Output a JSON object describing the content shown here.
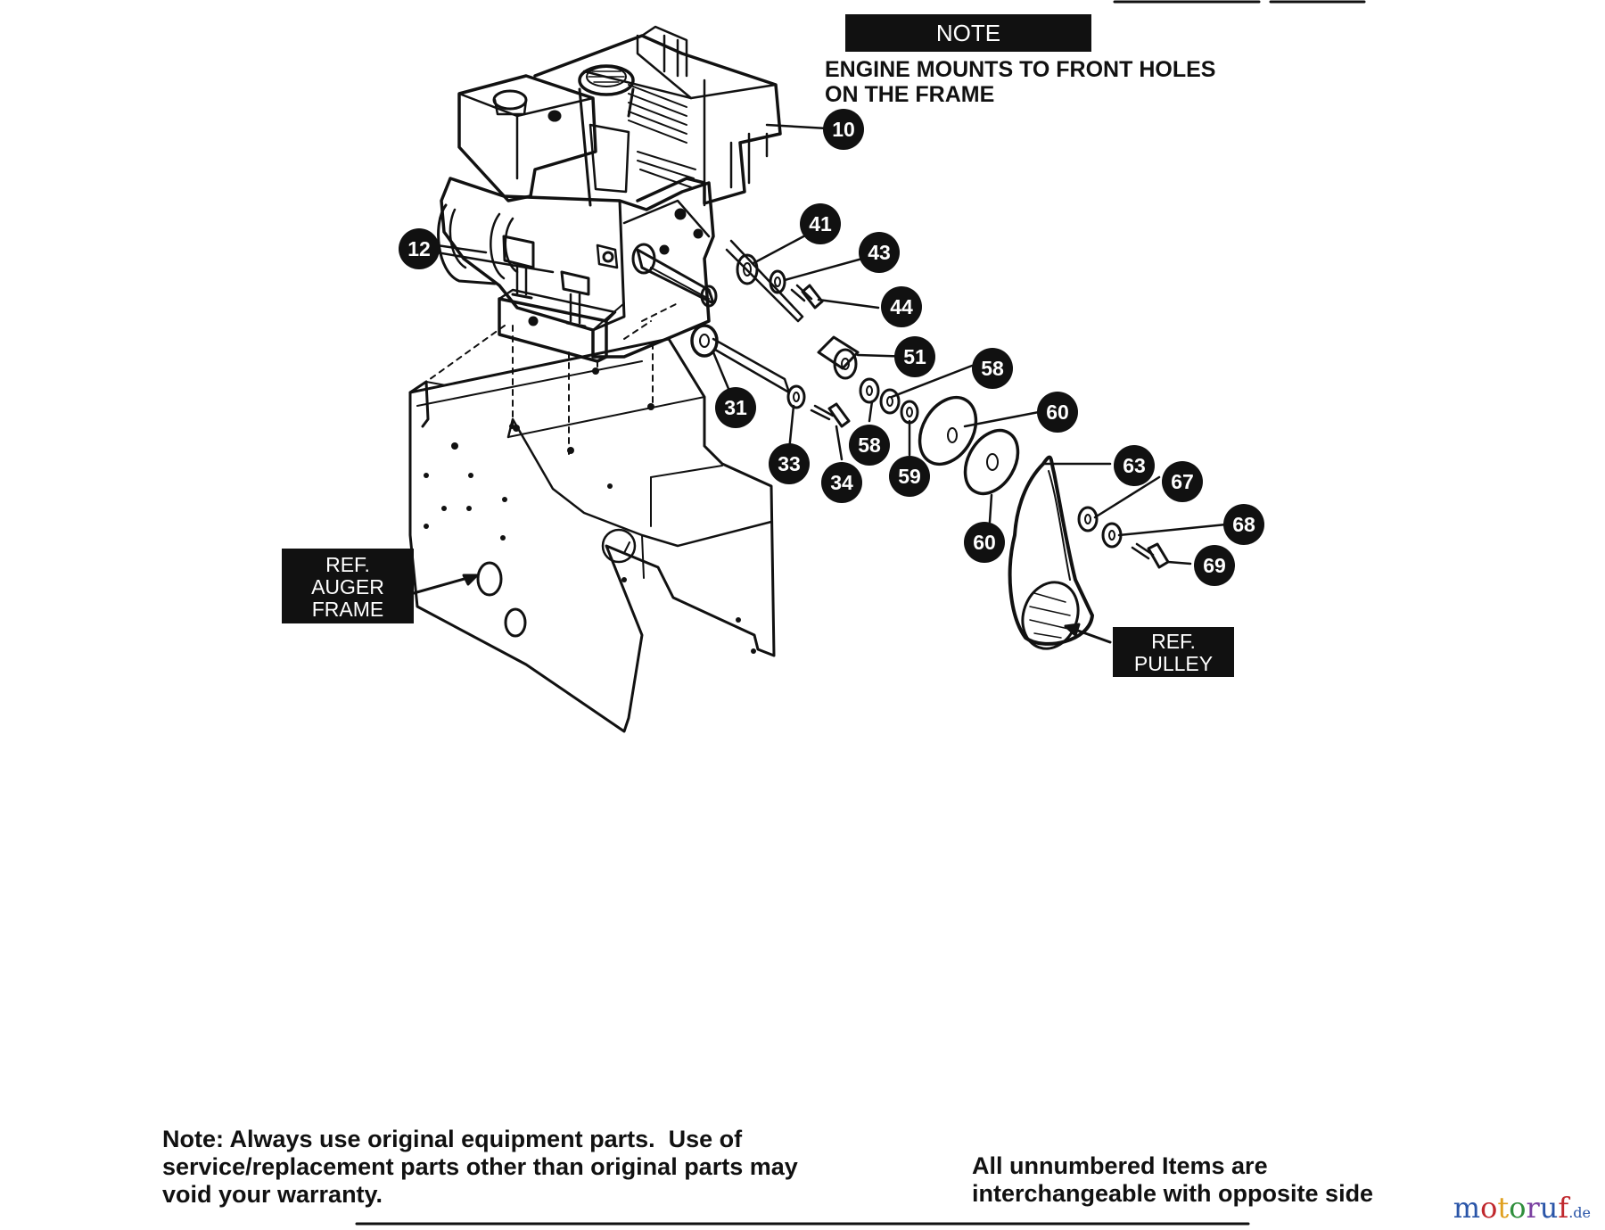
{
  "note_box": {
    "title": "NOTE",
    "text": "ENGINE MOUNTS TO FRONT HOLES\nON THE FRAME"
  },
  "ref_labels": [
    {
      "id": "auger-frame",
      "text": "REF.\nAUGER\nFRAME"
    },
    {
      "id": "pulley",
      "text": "REF.\nPULLEY"
    }
  ],
  "callouts": [
    {
      "id": "c10",
      "label": "10"
    },
    {
      "id": "c12",
      "label": "12"
    },
    {
      "id": "c41",
      "label": "41"
    },
    {
      "id": "c43",
      "label": "43"
    },
    {
      "id": "c44",
      "label": "44"
    },
    {
      "id": "c51",
      "label": "51"
    },
    {
      "id": "c58a",
      "label": "58"
    },
    {
      "id": "c60a",
      "label": "60"
    },
    {
      "id": "c31",
      "label": "31"
    },
    {
      "id": "c58b",
      "label": "58"
    },
    {
      "id": "c33",
      "label": "33"
    },
    {
      "id": "c34",
      "label": "34"
    },
    {
      "id": "c59",
      "label": "59"
    },
    {
      "id": "c63",
      "label": "63"
    },
    {
      "id": "c67",
      "label": "67"
    },
    {
      "id": "c68",
      "label": "68"
    },
    {
      "id": "c60b",
      "label": "60"
    },
    {
      "id": "c69",
      "label": "69"
    }
  ],
  "footer": {
    "warranty_note": "Note: Always use original equipment parts.  Use of\nservice/replacement parts other than original parts may\nvoid your warranty.",
    "interchangeable_note": "All unnumbered Items are\ninterchangeable with opposite side"
  },
  "brand": {
    "name": "motoruf",
    "suffix": ".de",
    "colors": [
      "#2a55a8",
      "#c0282d",
      "#e0a020",
      "#2f8f3c",
      "#7a3fa0"
    ]
  }
}
